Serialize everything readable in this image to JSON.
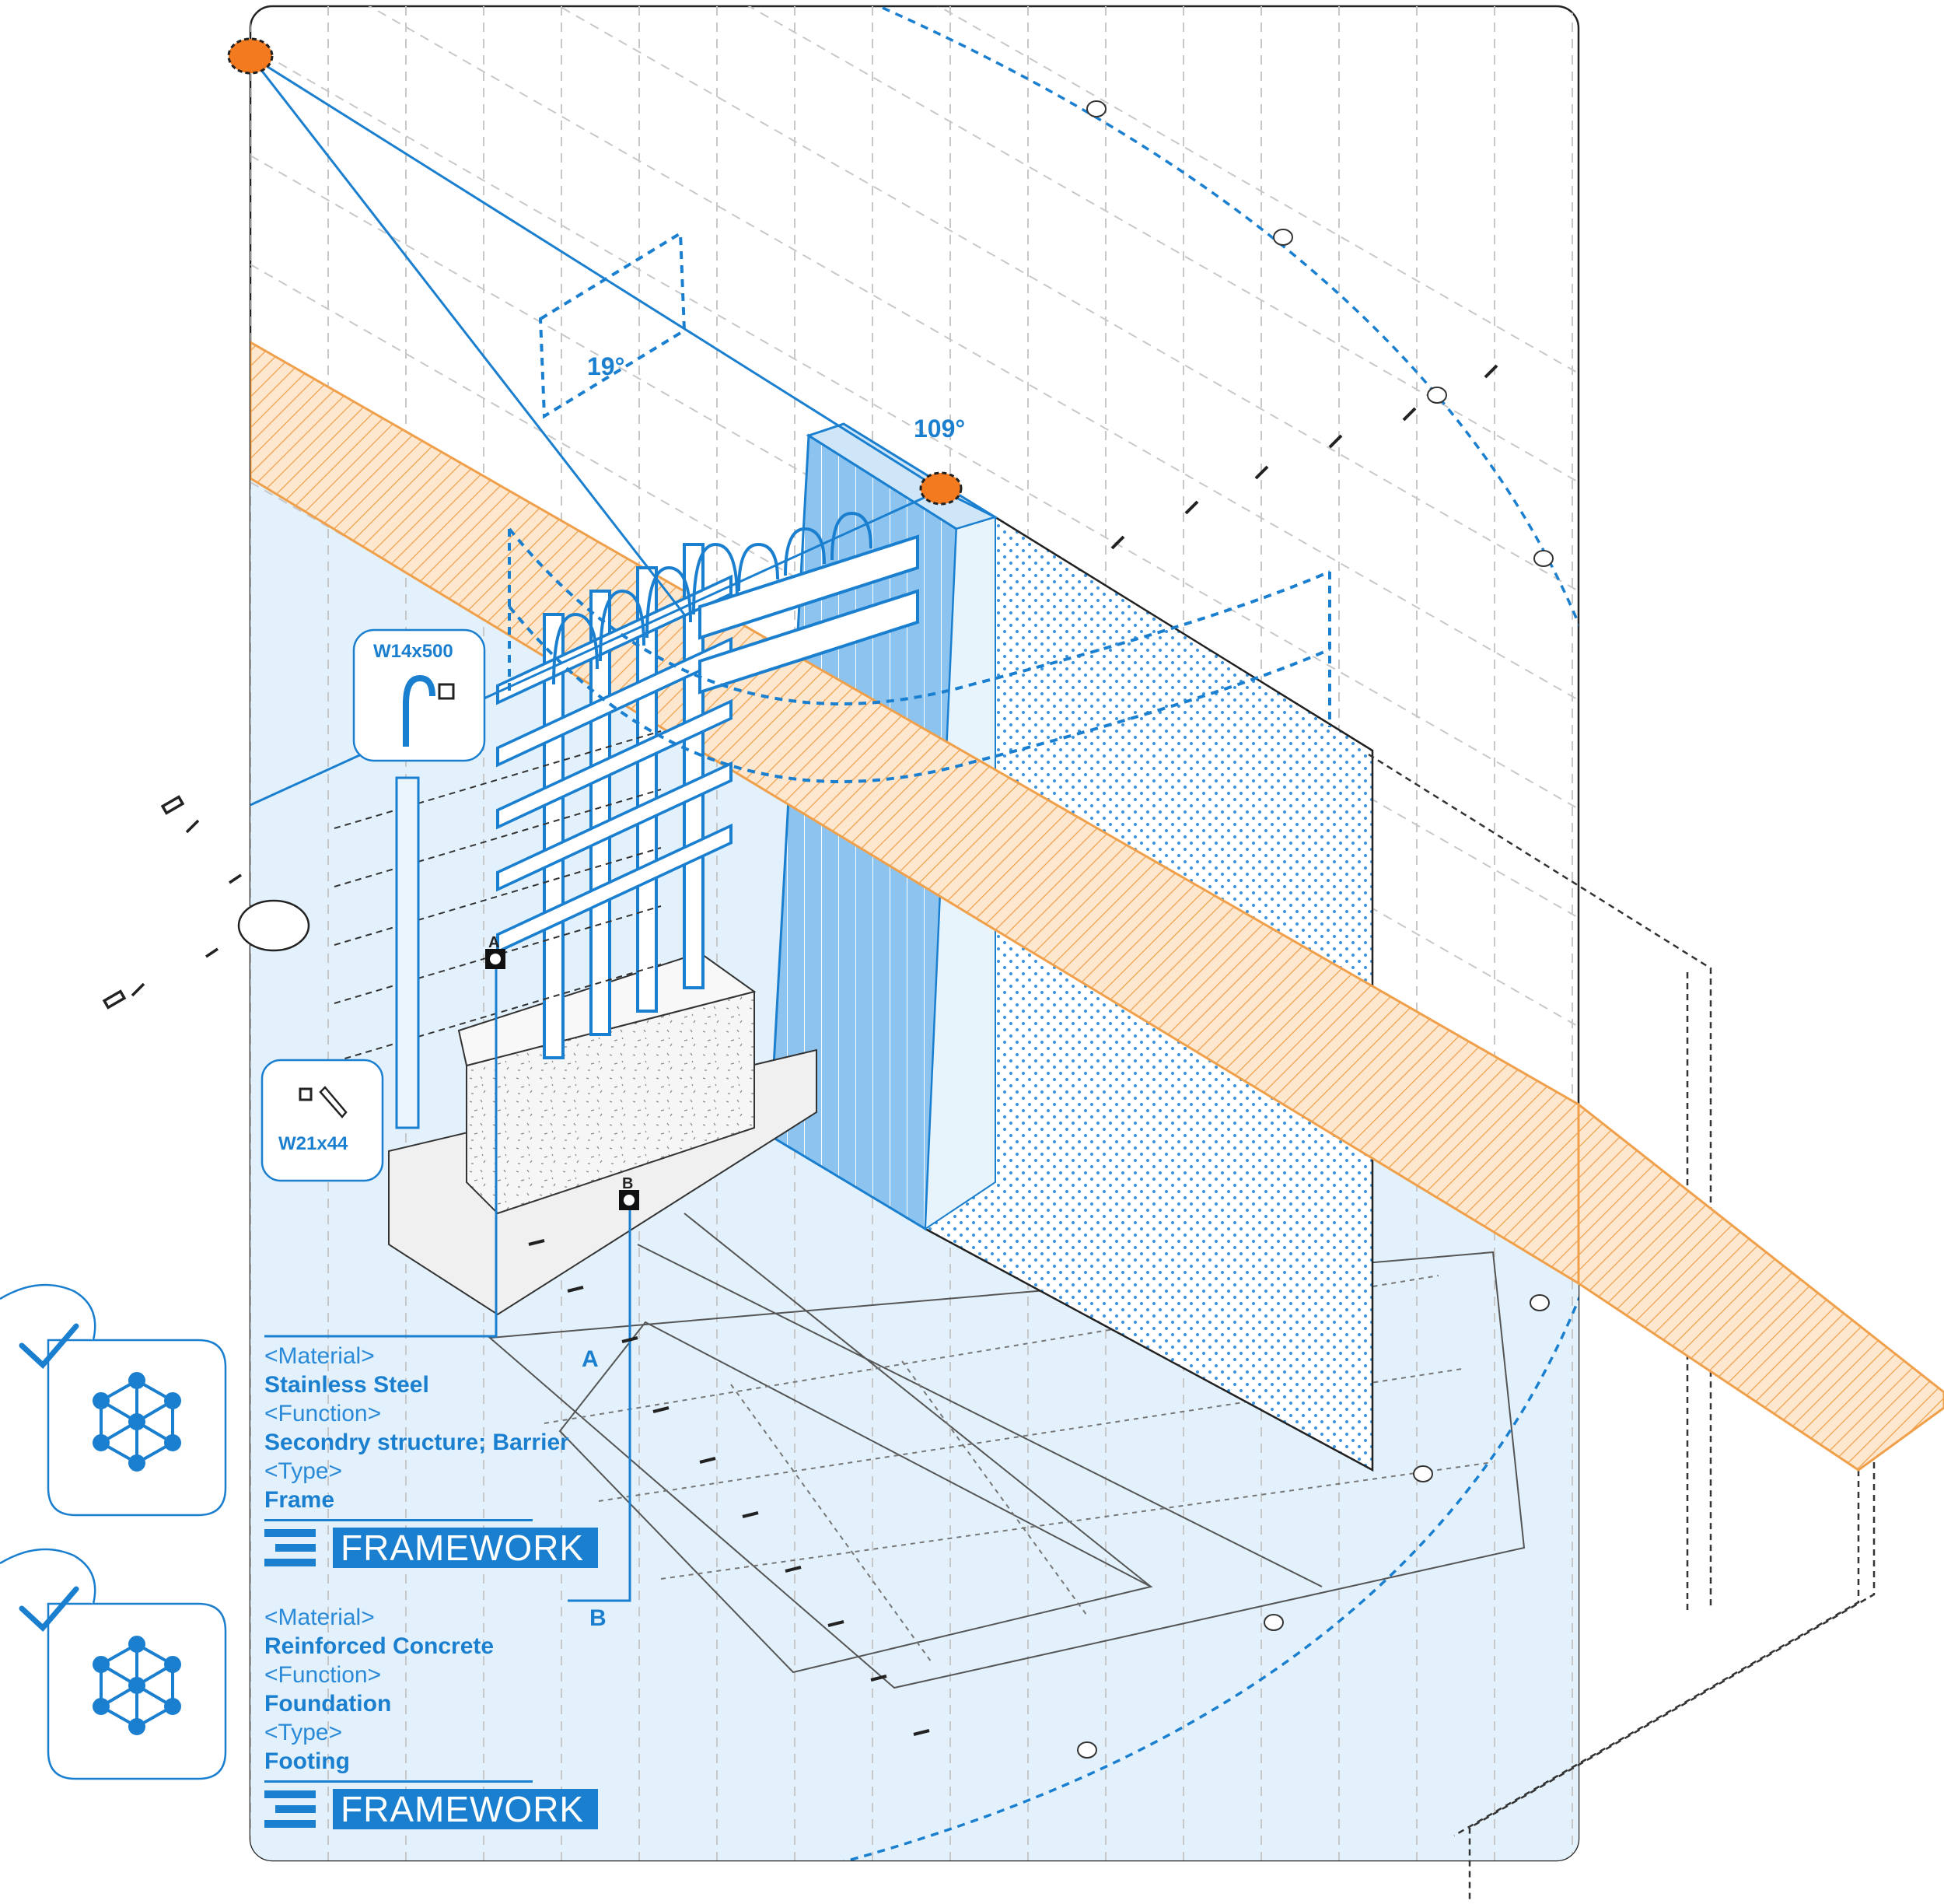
{
  "colors": {
    "accent": "#1b7fd0",
    "accent_light": "#e2f1fb",
    "orange": "#f47a1f",
    "hatch": "#f0a04a",
    "grid": "#c8c8c8",
    "ink": "#222222"
  },
  "angles": {
    "left": "19°",
    "right": "109°"
  },
  "callouts": {
    "top_profile": "W14x500",
    "bottom_profile": "W21x44"
  },
  "markers": {
    "a": "A",
    "b": "B"
  },
  "panels": [
    {
      "id": "A",
      "letter": "A",
      "material_key": "<Material>",
      "material": "Stainless Steel",
      "function_key": "<Function>",
      "function": "Secondry structure; Barrier",
      "type_key": "<Type>",
      "type": "Frame",
      "brand": "FRAMEWORK",
      "status_icon": "check-icon",
      "model_icon": "hexagon-network-icon"
    },
    {
      "id": "B",
      "letter": "B",
      "material_key": "<Material>",
      "material": "Reinforced Concrete",
      "function_key": "<Function>",
      "function": "Foundation",
      "type_key": "<Type>",
      "type": "Footing",
      "brand": "FRAMEWORK",
      "status_icon": "check-icon",
      "model_icon": "hexagon-network-icon"
    }
  ]
}
